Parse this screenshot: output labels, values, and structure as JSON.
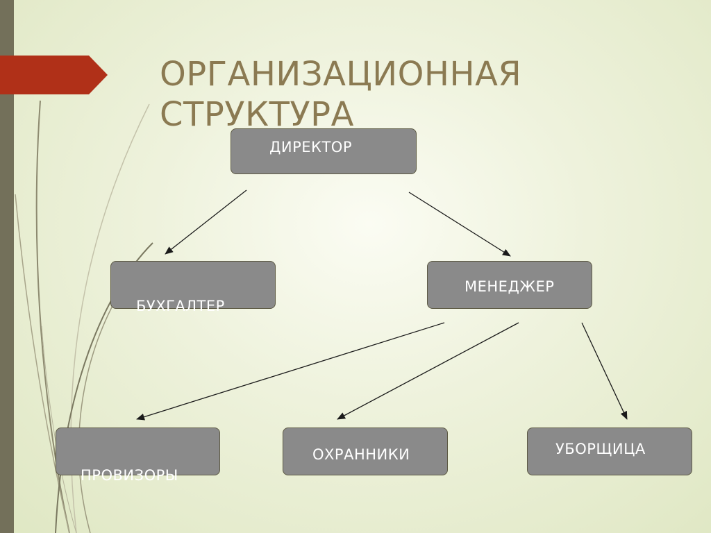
{
  "title_lines": [
    "ОРГАНИЗАЦИОННАЯ",
    "СТРУКТУРА"
  ],
  "nodes": {
    "director": "ДИРЕКТОР",
    "accountant": "БУХГАЛТЕР",
    "manager": "МЕНЕДЖЕР",
    "pharmacists": "ПРОВИЗОРЫ",
    "guards": "ОХРАННИКИ",
    "cleaner": "УБОРЩИЦА"
  },
  "colors": {
    "title": "#8b7a52",
    "node_fill": "#8a8a8a",
    "node_border": "#5d5a44",
    "accent_red": "#b03018",
    "side_bar": "#73705a"
  }
}
